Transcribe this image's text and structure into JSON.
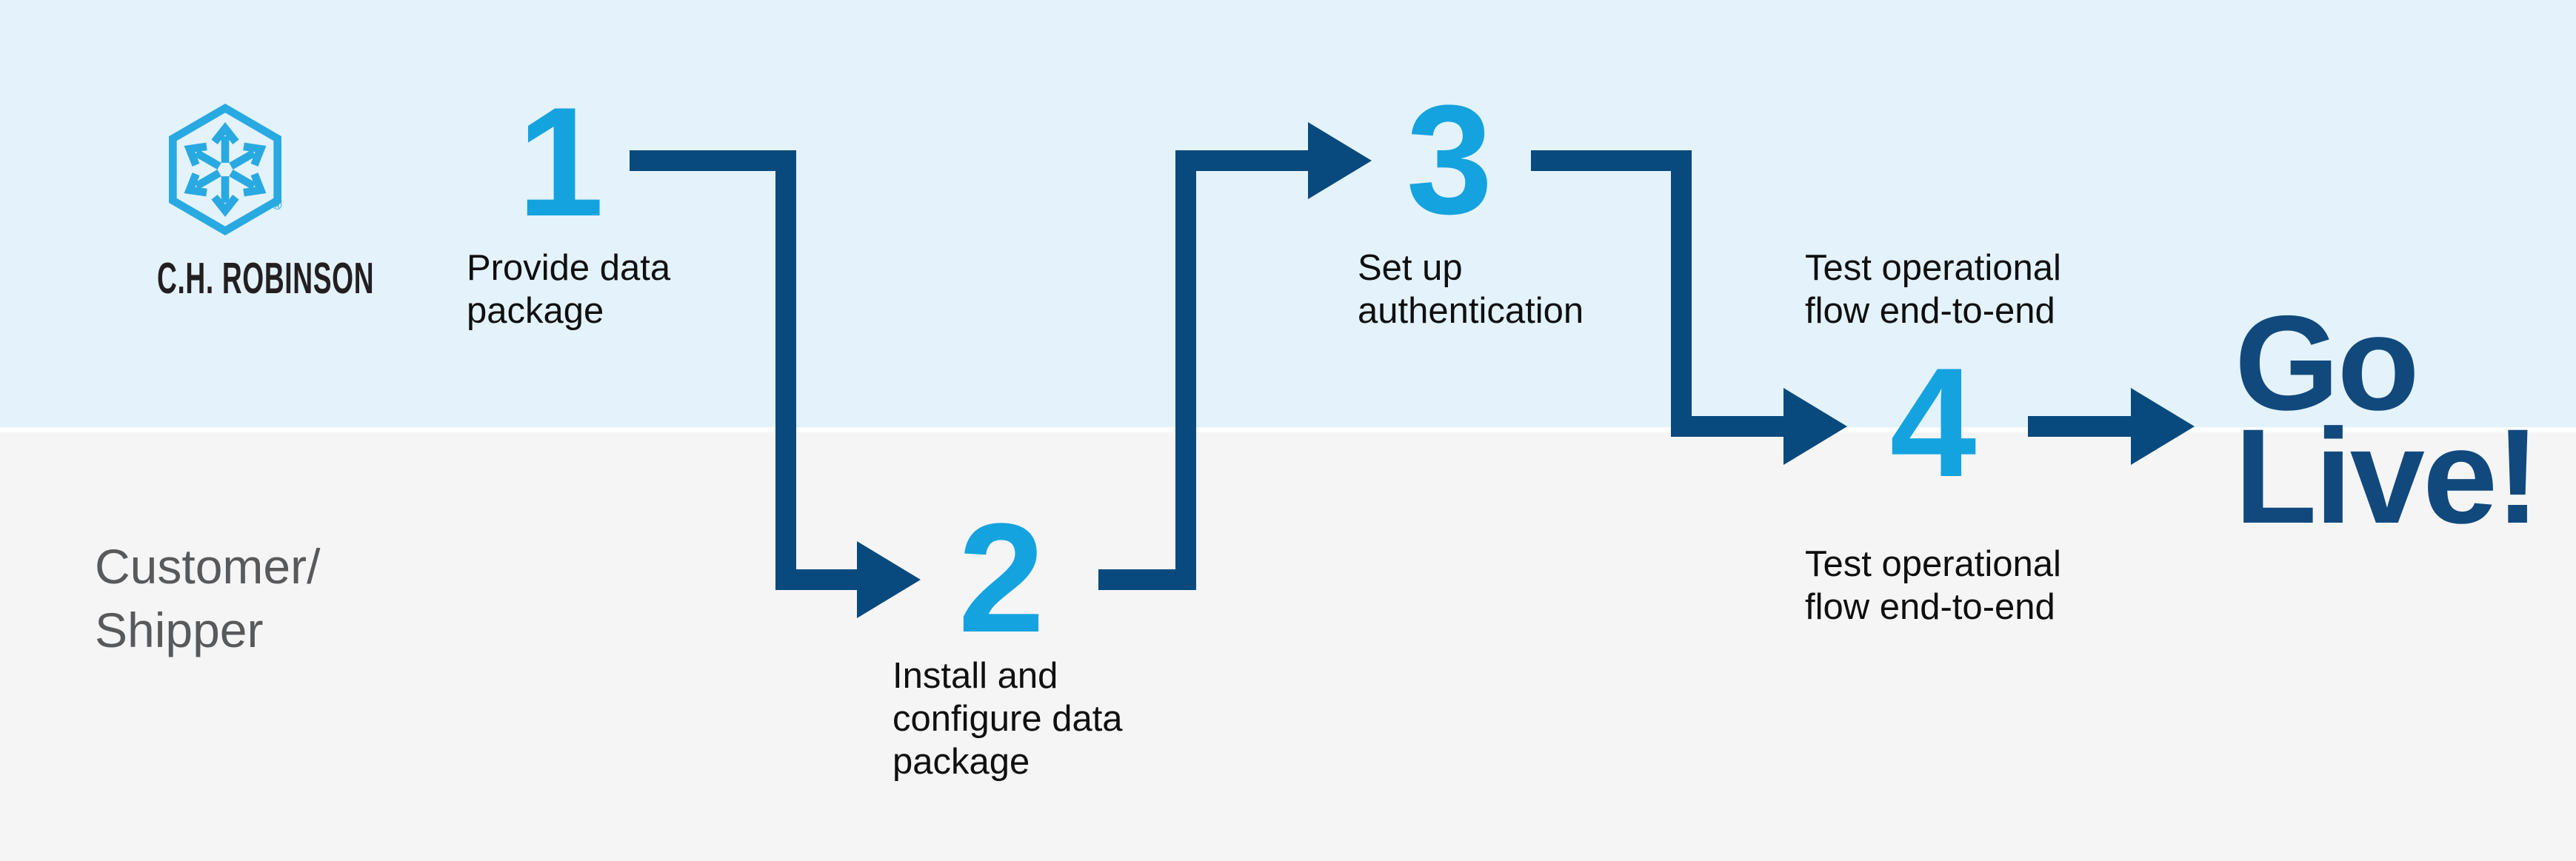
{
  "logo": {
    "wordmark": "C.H. ROBINSON",
    "registered": "®",
    "icon": "chr-hexagon-arrows-icon"
  },
  "lane": {
    "bottom_line1": "Customer/",
    "bottom_line2": "Shipper"
  },
  "steps": [
    {
      "number": "1",
      "label": [
        "Provide data",
        "package"
      ]
    },
    {
      "number": "2",
      "label": [
        "Install and",
        "configure data",
        "package"
      ]
    },
    {
      "number": "3",
      "label": [
        "Set up",
        "authentication"
      ]
    },
    {
      "number": "4",
      "label_top": [
        "Test operational",
        "flow end-to-end"
      ],
      "label_bottom": [
        "Test operational",
        "flow end-to-end"
      ]
    }
  ],
  "outcome": {
    "line1": "Go",
    "line2": "Live!"
  },
  "icons": [
    "chr-hexagon-arrows-icon",
    "arrow-step1-to-step2",
    "arrow-step2-to-step3",
    "arrow-step3-to-step4",
    "arrow-step4-to-golive"
  ],
  "colors": {
    "cyan": "#14A3DF",
    "navy": "#084A7D",
    "logo_blue": "#29A9E1",
    "band_top": "#E3F2FB",
    "band_bottom": "#F5F5F6",
    "go_live": "#11497D",
    "text": "#0F0F0F",
    "lane_text": "#58595B",
    "wordmark": "#231F20"
  }
}
